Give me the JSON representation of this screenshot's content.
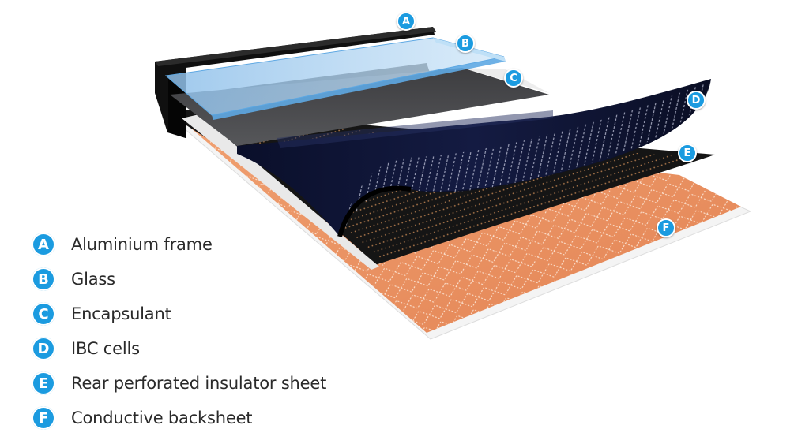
{
  "colors": {
    "badge": "#1b9be0",
    "frame": "#111111",
    "glass": "#a9cfee",
    "encapsulant": "#4a4a4c",
    "cells": "#0e1330",
    "insulator": "#161616",
    "backsheet": "#e79466",
    "text": "#2a2a2a"
  },
  "callouts": [
    {
      "letter": "A"
    },
    {
      "letter": "B"
    },
    {
      "letter": "C"
    },
    {
      "letter": "D"
    },
    {
      "letter": "E"
    },
    {
      "letter": "F"
    }
  ],
  "legend": [
    {
      "letter": "A",
      "label": "Aluminium frame"
    },
    {
      "letter": "B",
      "label": "Glass"
    },
    {
      "letter": "C",
      "label": "Encapsulant"
    },
    {
      "letter": "D",
      "label": "IBC cells"
    },
    {
      "letter": "E",
      "label": "Rear perforated insulator sheet"
    },
    {
      "letter": "F",
      "label": "Conductive backsheet"
    }
  ]
}
